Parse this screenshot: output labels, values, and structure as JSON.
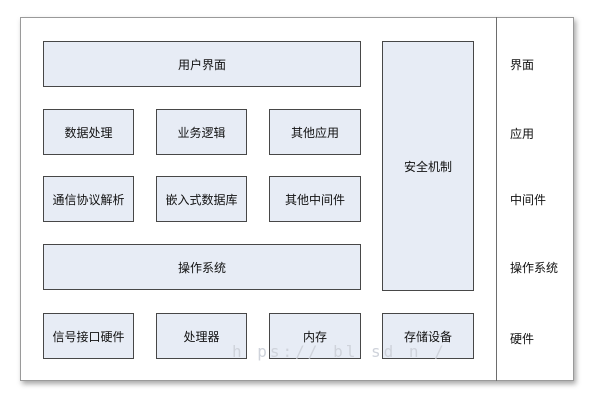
{
  "diagram": {
    "app_boxes": {
      "user_interface": "用户界面",
      "data_processing": "数据处理",
      "business_logic": "业务逻辑",
      "other_apps": "其他应用"
    },
    "middleware_boxes": {
      "protocol_parsing": "通信协议解析",
      "embedded_db": "嵌入式数据库",
      "other_middleware": "其他中间件"
    },
    "os_box": "操作系统",
    "hardware_boxes": {
      "signal_interface": "信号接口硬件",
      "processor": "处理器",
      "memory": "内存",
      "storage": "存储设备"
    },
    "security_box": "安全机制",
    "layer_labels": {
      "interface": "界面",
      "application": "应用",
      "middleware": "中间件",
      "os": "操作系统",
      "hardware": "硬件"
    },
    "colors": {
      "box_fill": "#e7ecf5",
      "box_border": "#474747"
    }
  }
}
